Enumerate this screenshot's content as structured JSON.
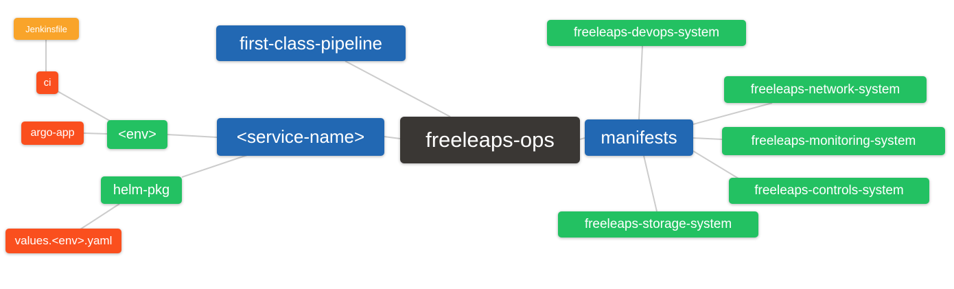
{
  "diagram": {
    "type": "mindmap",
    "root_label": "freeleaps-ops",
    "background": "#ffffff"
  },
  "palette": {
    "dark": "#3a3734",
    "blue": "#2268b3",
    "green": "#23c162",
    "red": "#fa4f1e",
    "amber": "#f9a42a",
    "edge": "#cccccc",
    "text": "#ffffff"
  },
  "nodes": [
    {
      "id": "freeleaps-ops",
      "label": "freeleaps-ops",
      "level": 1,
      "color": "dark"
    },
    {
      "id": "first-class-pipeline",
      "label": "first-class-pipeline",
      "level": 2,
      "color": "blue"
    },
    {
      "id": "service-name",
      "label": "<service-name>",
      "level": 2,
      "color": "blue"
    },
    {
      "id": "manifests",
      "label": "manifests",
      "level": 2,
      "color": "blue"
    },
    {
      "id": "env",
      "label": "<env>",
      "level": 3,
      "color": "green"
    },
    {
      "id": "helm-pkg",
      "label": "helm-pkg",
      "level": 3,
      "color": "green"
    },
    {
      "id": "ci",
      "label": "ci",
      "level": 4,
      "color": "red"
    },
    {
      "id": "argo-app",
      "label": "argo-app",
      "level": 4,
      "color": "red"
    },
    {
      "id": "jenkinsfile",
      "label": "Jenkinsfile",
      "level": 5,
      "color": "amber"
    },
    {
      "id": "values-env-yaml",
      "label": "values.<env>.yaml",
      "level": 4,
      "color": "red"
    },
    {
      "id": "freeleaps-devops-system",
      "label": "freeleaps-devops-system",
      "level": 3,
      "color": "green"
    },
    {
      "id": "freeleaps-network-system",
      "label": "freeleaps-network-system",
      "level": 3,
      "color": "green"
    },
    {
      "id": "freeleaps-monitoring-system",
      "label": "freeleaps-monitoring-system",
      "level": 3,
      "color": "green"
    },
    {
      "id": "freeleaps-controls-system",
      "label": "freeleaps-controls-system",
      "level": 3,
      "color": "green"
    },
    {
      "id": "freeleaps-storage-system",
      "label": "freeleaps-storage-system",
      "level": 3,
      "color": "green"
    }
  ],
  "edges": [
    {
      "from": "jenkinsfile",
      "to": "ci"
    },
    {
      "from": "ci",
      "to": "env"
    },
    {
      "from": "argo-app",
      "to": "env"
    },
    {
      "from": "env",
      "to": "service-name"
    },
    {
      "from": "helm-pkg",
      "to": "service-name"
    },
    {
      "from": "values-env-yaml",
      "to": "helm-pkg"
    },
    {
      "from": "first-class-pipeline",
      "to": "freeleaps-ops"
    },
    {
      "from": "service-name",
      "to": "freeleaps-ops"
    },
    {
      "from": "freeleaps-ops",
      "to": "manifests"
    },
    {
      "from": "freeleaps-devops-system",
      "to": "manifests"
    },
    {
      "from": "manifests",
      "to": "freeleaps-network-system"
    },
    {
      "from": "manifests",
      "to": "freeleaps-monitoring-system"
    },
    {
      "from": "manifests",
      "to": "freeleaps-controls-system"
    },
    {
      "from": "manifests",
      "to": "freeleaps-storage-system"
    }
  ]
}
